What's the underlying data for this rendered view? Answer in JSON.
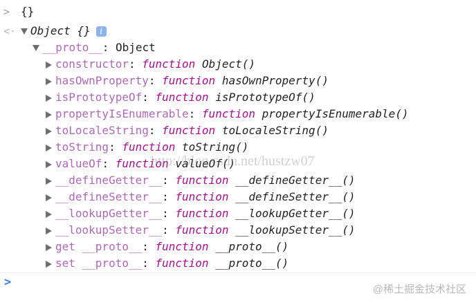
{
  "console": {
    "input_line": {
      "gutter": ">",
      "text": "{}"
    },
    "result": {
      "gutter": "<·",
      "label": "Object {}",
      "info_icon": "i",
      "proto": {
        "name": "__proto__",
        "value": "Object"
      },
      "members": [
        {
          "name": "constructor",
          "kw": "function",
          "sig": "Object()"
        },
        {
          "name": "hasOwnProperty",
          "kw": "function",
          "sig": "hasOwnProperty()"
        },
        {
          "name": "isPrototypeOf",
          "kw": "function",
          "sig": "isPrototypeOf()"
        },
        {
          "name": "propertyIsEnumerable",
          "kw": "function",
          "sig": "propertyIsEnumerable()"
        },
        {
          "name": "toLocaleString",
          "kw": "function",
          "sig": "toLocaleString()"
        },
        {
          "name": "toString",
          "kw": "function",
          "sig": "toString()"
        },
        {
          "name": "valueOf",
          "kw": "function",
          "sig": "valueOf()"
        },
        {
          "name": "__defineGetter__",
          "kw": "function",
          "sig": "__defineGetter__()"
        },
        {
          "name": "__defineSetter__",
          "kw": "function",
          "sig": "__defineSetter__()"
        },
        {
          "name": "__lookupGetter__",
          "kw": "function",
          "sig": "__lookupGetter__()"
        },
        {
          "name": "__lookupSetter__",
          "kw": "function",
          "sig": "__lookupSetter__()"
        },
        {
          "name": "get __proto__",
          "kw": "function",
          "sig": "__proto__()"
        },
        {
          "name": "set __proto__",
          "kw": "function",
          "sig": "__proto__()"
        }
      ]
    },
    "prompt": ">"
  },
  "overlay": {
    "watermark": "http://blog.csdn.net/hustzw07",
    "credit": "@稀土掘金技术社区"
  },
  "colors": {
    "property": "#b067b8",
    "keyword": "#aa0d91",
    "prompt": "#3b7ddd",
    "info": "#8fb4ec"
  }
}
